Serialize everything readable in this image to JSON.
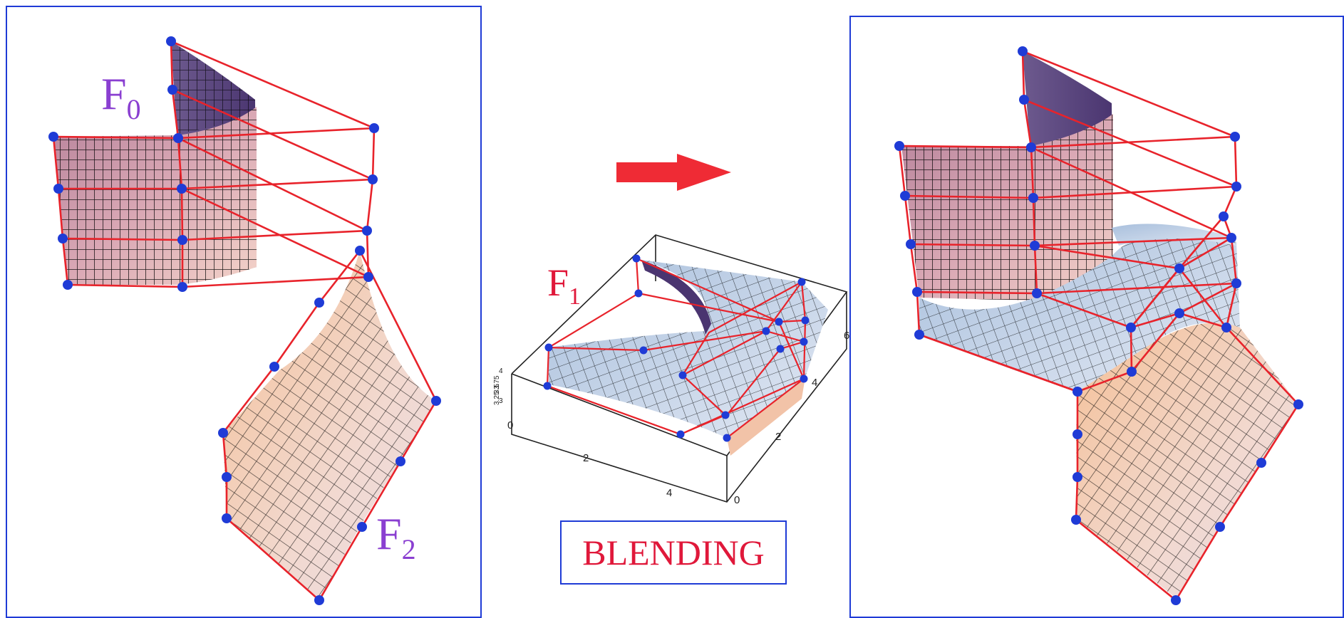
{
  "labels": {
    "f0_base": "F",
    "f0_sub": "0",
    "f1_base": "F",
    "f1_sub": "1",
    "f2_base": "F",
    "f2_sub": "2",
    "blending": "BLENDING"
  },
  "axis_ticks": {
    "x": [
      "2",
      "4"
    ],
    "y": [
      "2",
      "4",
      "6"
    ],
    "origin_x": "0",
    "origin_y": "0",
    "z": [
      "4",
      "3.75",
      "3.5",
      "3.25",
      "3"
    ]
  },
  "colors": {
    "frame_border": "#1f3bd6",
    "control_point": "#1f3bd6",
    "control_polygon": "#e8232b",
    "label_purple": "#8a3fd1",
    "label_red": "#e0183a",
    "arrow": "#ef2b35",
    "surface_mesh": "#000000"
  },
  "icons": {
    "arrow": "right-arrow-icon"
  }
}
